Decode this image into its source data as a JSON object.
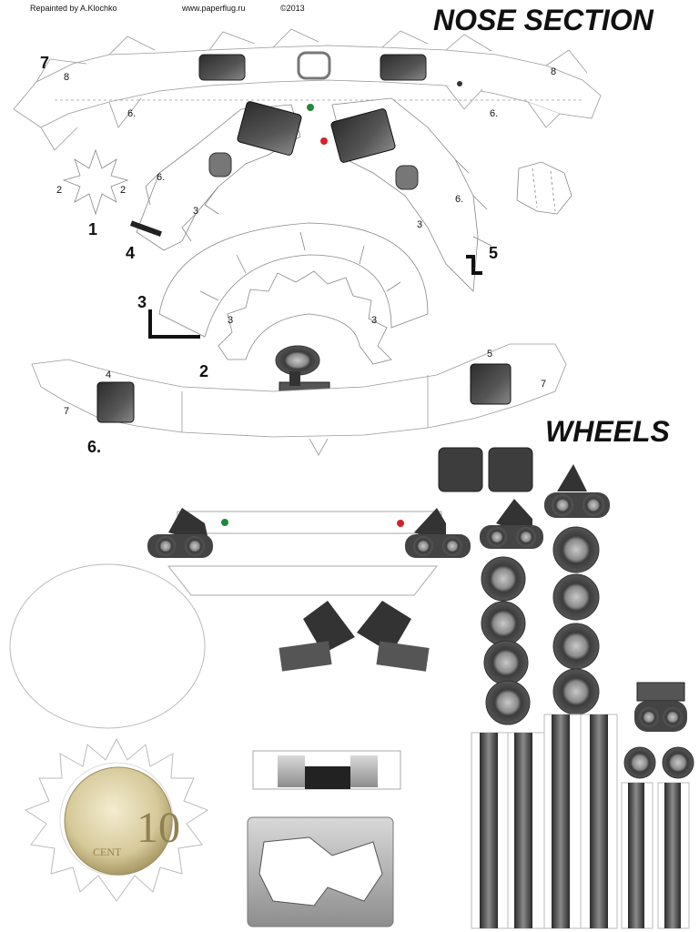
{
  "header": {
    "credit": "Repainted by A.Klochko",
    "website": "www.paperflug.ru",
    "copyright": "©2013"
  },
  "sections": {
    "nose": "NOSE SECTION",
    "wheels": "WHEELS"
  },
  "part_numbers": {
    "p1": "1",
    "p2": "2",
    "p3": "3",
    "p4": "4",
    "p5": "5",
    "p6": "6.",
    "p7": "7"
  },
  "glue_tab_labels": {
    "t2": "2",
    "t3": "3",
    "t4": "4",
    "t5": "5",
    "t6": "6.",
    "t7": "7",
    "t8": "8"
  },
  "coin": {
    "value": "10",
    "unit": "CENT"
  },
  "colors": {
    "green_marker": "#1f8a3a",
    "red_marker": "#d9202a",
    "window_dark": "#3a3a3a",
    "tire": "#4a4a4a"
  }
}
